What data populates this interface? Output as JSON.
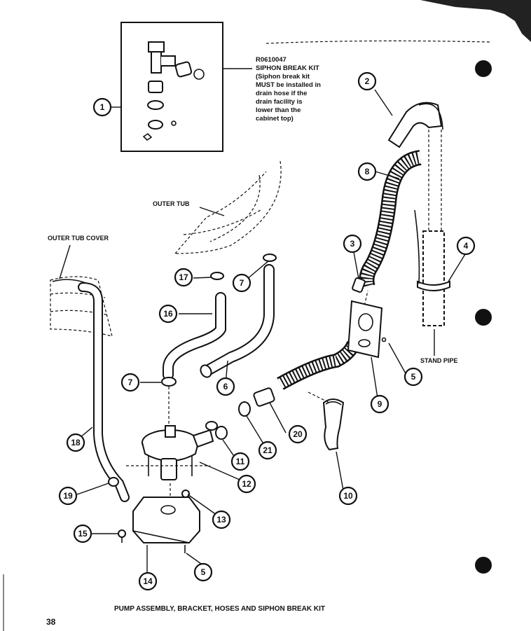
{
  "kit_note": {
    "part_no": "R0610047",
    "title": "SIPHON BREAK KIT",
    "lines": [
      "(Siphon break kit",
      "MUST be installed in",
      "drain hose if the",
      "drain facility is",
      "lower than the",
      "cabinet top)"
    ]
  },
  "labels": {
    "outer_tub": "OUTER TUB",
    "outer_tub_cover": "OUTER TUB COVER",
    "stand_pipe": "STAND PIPE"
  },
  "callouts": {
    "c1": "1",
    "c2": "2",
    "c3": "3",
    "c4": "4",
    "c5a": "5",
    "c5b": "5",
    "c6": "6",
    "c7a": "7",
    "c7b": "7",
    "c8": "8",
    "c9": "9",
    "c10": "10",
    "c11": "11",
    "c12": "12",
    "c13": "13",
    "c14": "14",
    "c15": "15",
    "c16": "16",
    "c17": "17",
    "c18": "18",
    "c19": "19",
    "c20": "20",
    "c21": "21"
  },
  "caption": "PUMP ASSEMBLY, BRACKET, HOSES AND SIPHON BREAK KIT",
  "page_number": "38"
}
